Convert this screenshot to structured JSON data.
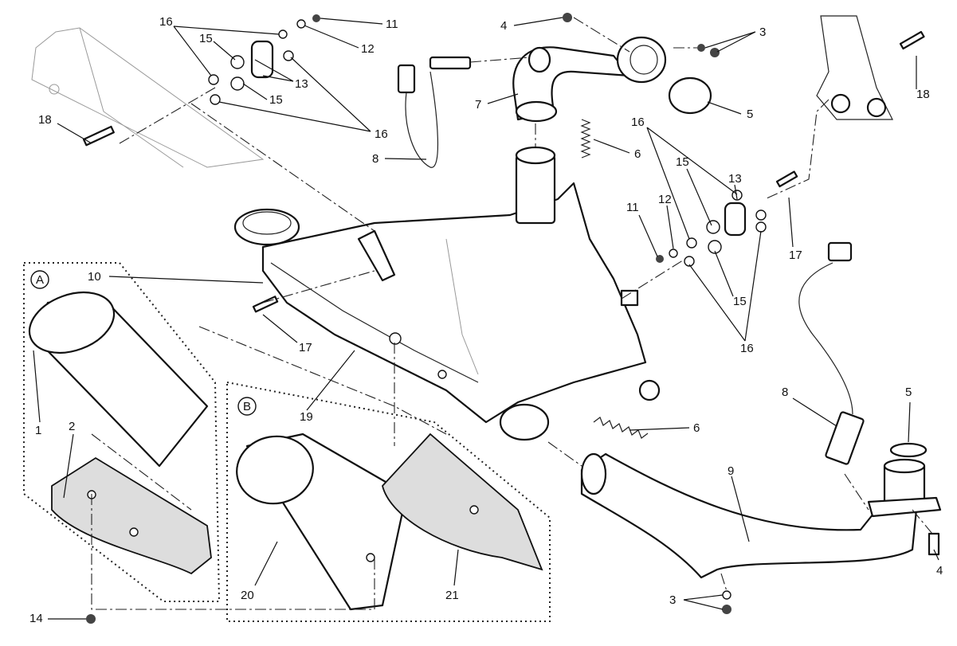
{
  "diagram": {
    "title": "Exhaust system exploded parts diagram",
    "group_labels": [
      "A",
      "B"
    ],
    "callouts": [
      "16",
      "15",
      "11",
      "12",
      "13",
      "15",
      "16",
      "18",
      "4",
      "3",
      "7",
      "5",
      "18",
      "8",
      "6",
      "16",
      "15",
      "13",
      "11",
      "12",
      "17",
      "15",
      "16",
      "10",
      "17",
      "19",
      "1",
      "2",
      "6",
      "8",
      "5",
      "9",
      "20",
      "21",
      "14",
      "3",
      "4"
    ]
  }
}
